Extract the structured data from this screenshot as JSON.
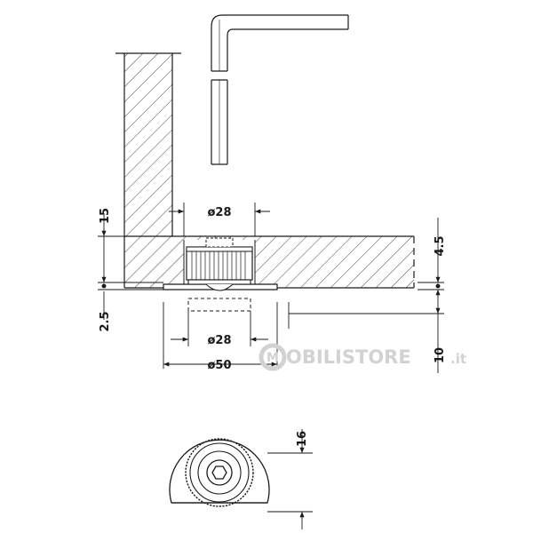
{
  "dimensions": {
    "top_diameter": "ø28",
    "bottom_diameter": "ø28",
    "base_diameter": "ø50",
    "panel_thickness": "15",
    "flange_thickness": "2.5",
    "insert_height": "4.5",
    "adjust_range": "10",
    "bottom_view_height": "16"
  },
  "watermark": {
    "brand_initial": "M",
    "brand_text": "OBILISTORE",
    "brand_suffix": ".it"
  }
}
